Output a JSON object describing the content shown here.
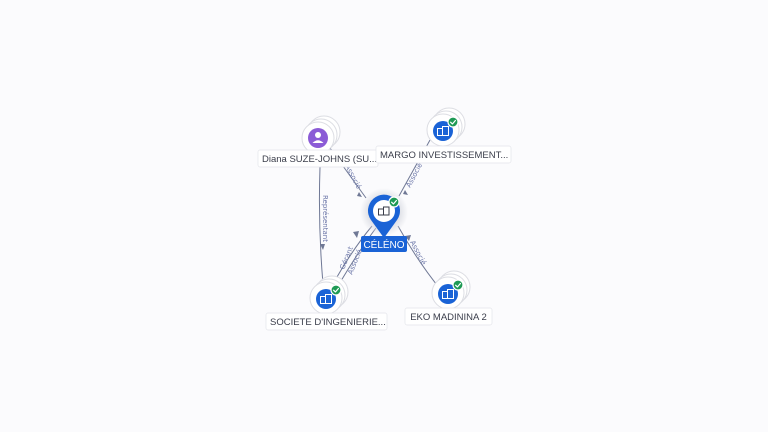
{
  "center": {
    "name": "CÉLÉNO",
    "icon": "building-icon",
    "verified": true
  },
  "nodes": {
    "person_diana": {
      "name": "Diana SUZE-JOHNS (SU...",
      "icon": "person-icon",
      "verified": false
    },
    "margo": {
      "name": "MARGO INVESTISSEMENT...",
      "icon": "building-icon",
      "verified": true
    },
    "societe": {
      "name": "SOCIETE D'INGENIERIE...",
      "icon": "building-icon",
      "verified": true
    },
    "eko": {
      "name": "EKO MADININA 2",
      "icon": "building-icon",
      "verified": true
    }
  },
  "edges": {
    "diana_center": "Associé",
    "margo_center": "Associé",
    "diana_societe": "Représentant",
    "societe_center_1": "Gérant",
    "societe_center_2": "Associé",
    "center_eko": "Associé"
  },
  "colors": {
    "company": "#1a63d6",
    "person": "#8b5bd6",
    "verified": "#1e9a55",
    "edge": "#6f7895"
  }
}
